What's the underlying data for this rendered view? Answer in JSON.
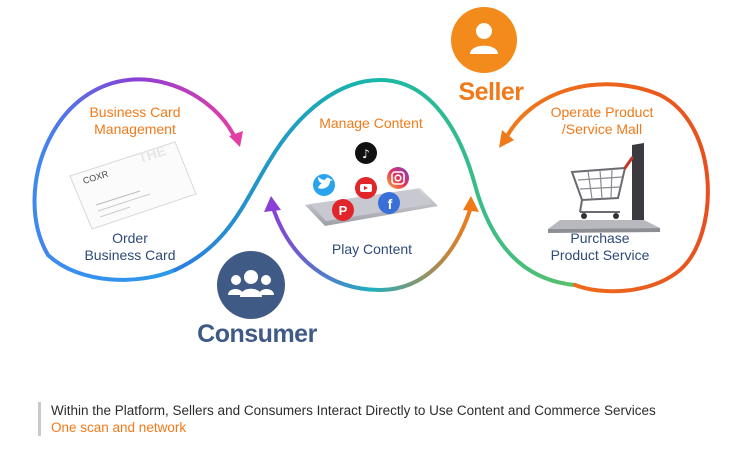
{
  "roles": {
    "seller": "Seller",
    "consumer": "Consumer"
  },
  "labels": {
    "business_card_management": [
      "Business Card",
      "Management"
    ],
    "order_business_card": [
      "Order",
      "Business Card"
    ],
    "manage_content": "Manage Content",
    "play_content": "Play Content",
    "operate_mall": [
      "Operate Product",
      "/Service Mall"
    ],
    "purchase": [
      "Purchase",
      "Product Service"
    ]
  },
  "card": {
    "logo": "COXR",
    "watermark": "THE"
  },
  "caption": {
    "line1": "Within the Platform, Sellers and Consumers Interact Directly to Use Content and Commerce Services",
    "line2": "One scan and network"
  },
  "colors": {
    "orange": "#f07a1a",
    "navy": "#3f5a85",
    "purple": "#8b3fd6",
    "blue": "#2a7de1",
    "teal": "#18b8a8"
  },
  "icons": [
    "user-icon",
    "users-icon",
    "tiktok-icon",
    "twitter-icon",
    "youtube-icon",
    "instagram-icon",
    "pinterest-icon",
    "facebook-icon",
    "shopping-cart-icon",
    "laptop-icon",
    "business-card-icon"
  ]
}
